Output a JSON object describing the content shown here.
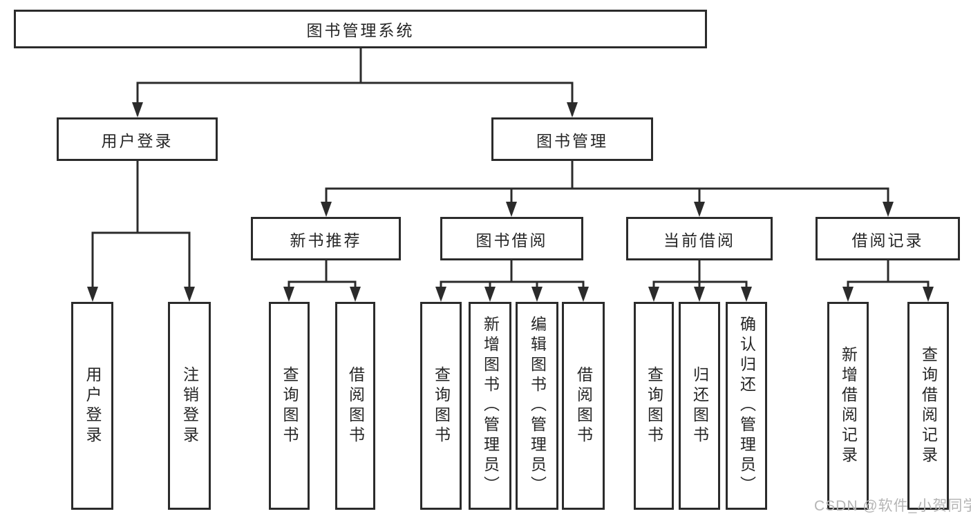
{
  "page": {
    "background_color": "#ffffff",
    "box_fill_color": "#ffffff",
    "line_color": "#2b2b2b",
    "text_color": "#262626",
    "watermark_color": "#b5b5b5"
  },
  "watermark": "CSDN @软件_小贺同学",
  "tree": {
    "root": {
      "label": "图书管理系统"
    },
    "children": [
      {
        "label": "用户登录",
        "children": [
          {
            "label": "用户登录"
          },
          {
            "label": "注销登录"
          }
        ]
      },
      {
        "label": "图书管理",
        "children": [
          {
            "label": "新书推荐",
            "children": [
              {
                "label": "查询图书"
              },
              {
                "label": "借阅图书"
              }
            ]
          },
          {
            "label": "图书借阅",
            "children": [
              {
                "label": "查询图书"
              },
              {
                "label": "新增图书（管理员）"
              },
              {
                "label": "编辑图书（管理员）"
              },
              {
                "label": "借阅图书"
              }
            ]
          },
          {
            "label": "当前借阅",
            "children": [
              {
                "label": "查询图书"
              },
              {
                "label": "归还图书"
              },
              {
                "label": "确认归还（管理员）"
              }
            ]
          },
          {
            "label": "借阅记录",
            "children": [
              {
                "label": "新增借阅记录"
              },
              {
                "label": "查询借阅记录"
              }
            ]
          }
        ]
      }
    ]
  }
}
